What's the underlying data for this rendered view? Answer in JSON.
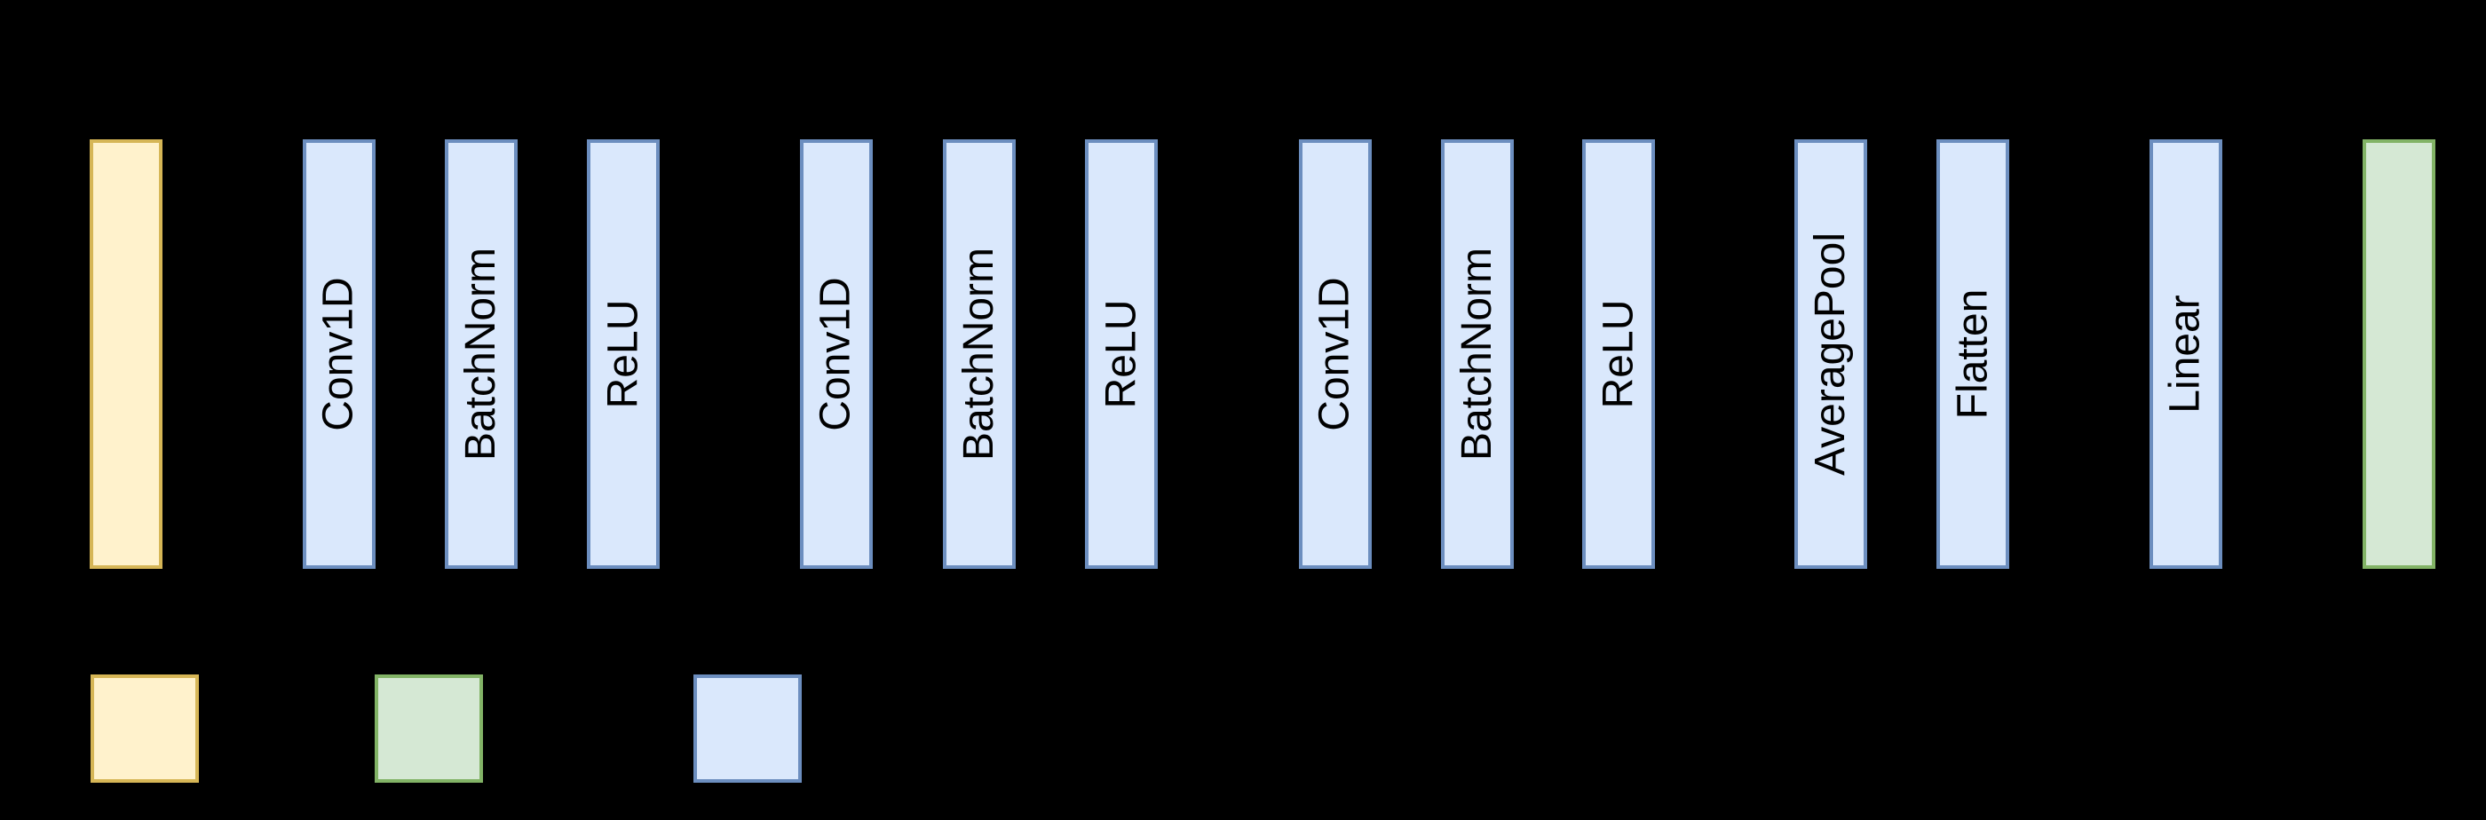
{
  "diagram": {
    "background_color": "#000000",
    "title": "",
    "layers": [
      {
        "label": "",
        "kind": "input"
      },
      {
        "label": "Conv1D",
        "kind": "layer"
      },
      {
        "label": "BatchNorm",
        "kind": "layer"
      },
      {
        "label": "ReLU",
        "kind": "layer"
      },
      {
        "label": "Conv1D",
        "kind": "layer"
      },
      {
        "label": "BatchNorm",
        "kind": "layer"
      },
      {
        "label": "ReLU",
        "kind": "layer"
      },
      {
        "label": "Conv1D",
        "kind": "layer"
      },
      {
        "label": "BatchNorm",
        "kind": "layer"
      },
      {
        "label": "ReLU",
        "kind": "layer"
      },
      {
        "label": "AveragePool",
        "kind": "layer"
      },
      {
        "label": "Flatten",
        "kind": "layer"
      },
      {
        "label": "Linear",
        "kind": "layer"
      },
      {
        "label": "",
        "kind": "output"
      }
    ],
    "styles": {
      "input": {
        "fill": "#FFF2CC",
        "stroke": "#D6B656"
      },
      "layer": {
        "fill": "#DAE8FC",
        "stroke": "#6C8EBF"
      },
      "output": {
        "fill": "#D5E8D4",
        "stroke": "#82B366"
      },
      "label_text_color": "#000000"
    },
    "legend": {
      "items": [
        {
          "name": "input-swatch",
          "fill": "#FFF2CC",
          "stroke": "#D6B656",
          "label": ""
        },
        {
          "name": "output-swatch",
          "fill": "#D5E8D4",
          "stroke": "#82B366",
          "label": ""
        },
        {
          "name": "layer-swatch",
          "fill": "#DAE8FC",
          "stroke": "#6C8EBF",
          "label": ""
        }
      ]
    }
  }
}
